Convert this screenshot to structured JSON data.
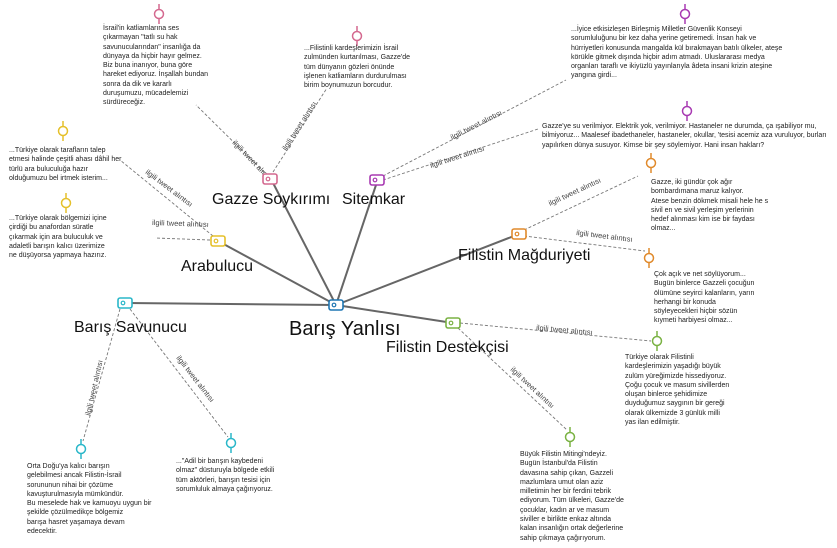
{
  "colors": {
    "blue": "#1f77b4",
    "cyan": "#2ab7c9",
    "pink": "#d4698f",
    "purple": "#a83ab2",
    "orange": "#e08a2c",
    "yellow": "#e5c02a",
    "green": "#7ab243",
    "spoke": "#666666",
    "dashed": "#777777"
  },
  "center": {
    "label": "Barış Yanlısı",
    "icon": "tag-icon"
  },
  "categories": {
    "gazze": "Gazze Soykırımı",
    "sitemkar": "Sitemkar",
    "arabulucu": "Arabulucu",
    "barisSavunucu": "Barış Savunucu",
    "filistinDestekcisi": "Filistin Destekçisi",
    "filistinMagduriyeti": "Filistin Mağduriyeti"
  },
  "edge_label": "ilgili tweet alıntısı",
  "quotes": {
    "gazze1": "İsrail'in katliamlarına ses\nçıkarmayan \"tatlı su hak\nsavunucularından\" insanlığa da\ndünyaya da hiçbir hayır gelmez.\nBiz buna inanıyor, buna göre\nhareket ediyoruz. İnşallah bundan\nsonra da dik ve kararlı\nduruşumuzu, mücadelemizi\nsürdüreceğiz.",
    "gazze2": "...Filistinli kardeşlerimizin İsrail\nzulmünden kurtarılması, Gazze'de\ntüm dünyanın gözleri önünde\nişlenen katliamların durdurulması\nbirim boynumuzun borcudur.",
    "sitem1": "...İyice etkisizleşen Birleşmiş Milletler Güvenlik Konseyi\nsorumluluğunu bir kez daha yerine getiremedi. İnsan hak ve\nhürriyetleri konusunda mangalda kül bırakmayan batılı ülkeler, ateşe\nkörükle gitmek dışında hiçbir adım atmadı. Uluslararası medya\norganları taraflı ve ikiyüzlü yayınlarıyla âdeta insani krizin ateşine\nyangına girdi...",
    "sitem2": "Gazze'ye su verilmiyor. Elektrik yok, verilmiyor. Hastaneler ne durumda, ça ışabiliyor mu,\nbilmiyoruz... Maalesef ibadethaneler, hastaneler, okullar, 'tesisi acemiz aza vuruluyor, burları\nyapılırken dünya susuyor. Kimse bir şey söylemiyor. Hani insan hakları?",
    "arab1": "...Türkiye olarak tarafların talep\netmesi halinde çeşitli ahası dâhil her\ntürlü ara buluculuğa hazır\nolduğumuzu bel irtmek isterim...",
    "arab2": "...Türkiye olarak bölgemizi içine\nçirdiği bu anafordan süratle\nçıkarmak için ara buluculuk ve\nadaletli barışın kalıcı üzerimize\nne düşüyorsa yapmaya hazırız.",
    "mag1": "Gazze, iki gündür çok ağır\nbombardımana maruz kalıyor.\nAtese benzin dökmek misali hele he s\nsivil en ve sivil yerleşim yerlerinin\nhedef alınması kim ise bir faydası\nolmaz...",
    "mag2": "Çok açık ve net söylüyorum...\nBugün binlerce Gazzeli çocuğun\nölümüne seyirci kalanların, yarın\nherhangi bir konuda\nsöyleyecekleri hiçbir sözün\nkıymeti harbiyesi olmaz...",
    "des1": "Türkiye olarak Filistinli\nkardeşlerimizin yaşadığı büyük\nzulüm yüreğimizde hissediyoruz.\nÇoğu çocuk ve masum sivillerden\noluşan binlerce şehidimize\nduyduğumuz saygının bir gereği\nolarak ülkemizde 3 günlük milli\nyas ilan edilmiştir.",
    "des2": "Büyük Filistin Mitingi'ndeyiz.\nBugün İstanbul'da Filistin\ndavasına sahip çıkan, Gazzeli\nmazlumlara umut olan aziz\nmilletimin her bir ferdini tebrik\nediyorum. Tüm ülkeleri, Gazze'de\nçocuklar, kadın ar ve masum\nsiviller e birlikte enkaz altında\nkalan insanlığın ortak değerlerine\nsahip çıkmaya çağırıyorum.",
    "bar1": "Orta Doğu'ya kalıcı barışın\ngelebilmesi ancak Filistin-İsrail\nsorununun nihai bir çözüme\nkavuşturulmasıyla mümkündür.\nBu meselede hak ve kamuoyu uygun bir\nşekilde çözülmedikçe bölgemiz\nbarışa hasret yaşamaya devam\nedecektir.",
    "bar2": "...\"Adil bir barışın kaybedeni\nolmaz\" düsturuyla bölgede etkili\ntüm aktörleri, barışın tesisi için\nsorumluluk almaya çağırıyoruz."
  }
}
